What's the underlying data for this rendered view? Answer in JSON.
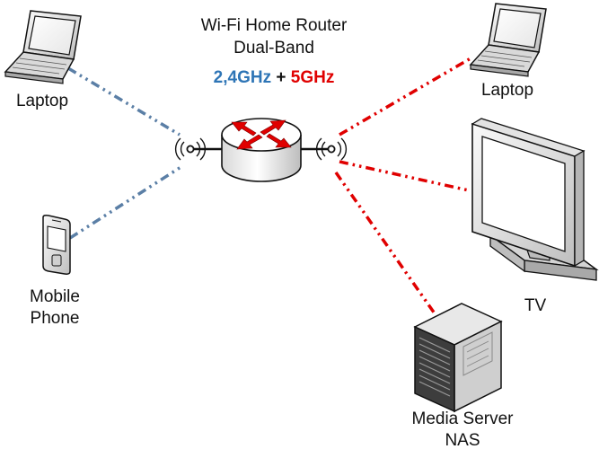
{
  "title": {
    "line1": "Wi-Fi Home Router",
    "line2": "Dual-Band",
    "band_a": "2,4GHz",
    "plus": "+",
    "band_b": "5GHz"
  },
  "colors": {
    "band_a": "#2e75b6",
    "band_b": "#e00000",
    "link_24": "#5b7fa6",
    "link_5": "#e00000",
    "router_arrow": "#e00000"
  },
  "devices": {
    "laptop_left": {
      "label": "Laptop",
      "icon": "laptop-icon"
    },
    "mobile_phone": {
      "line1": "Mobile",
      "line2": "Phone",
      "icon": "mobile-phone-icon"
    },
    "laptop_right": {
      "label": "Laptop",
      "icon": "laptop-icon"
    },
    "tv": {
      "label": "TV",
      "icon": "tv-icon"
    },
    "media_server": {
      "line1": "Media Server",
      "line2": "NAS",
      "icon": "server-icon"
    }
  },
  "router": {
    "icon": "router-icon"
  }
}
